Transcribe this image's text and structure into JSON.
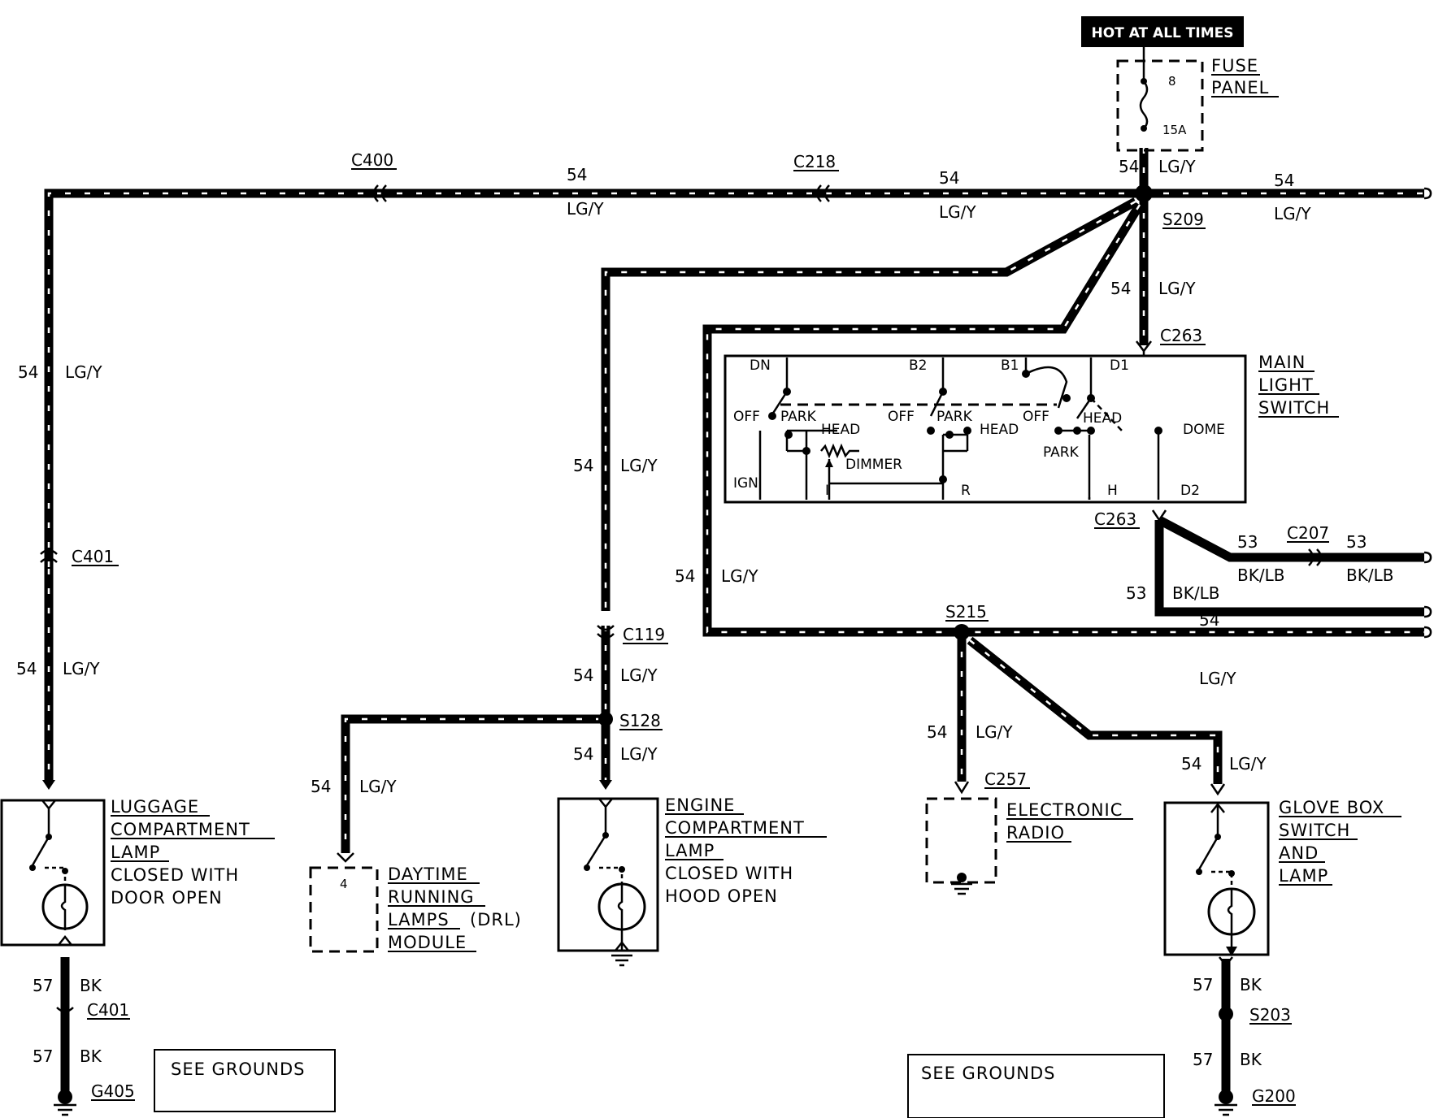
{
  "header": {
    "hot_label": "HOT AT ALL TIMES"
  },
  "fuse": {
    "label_1": "FUSE",
    "label_2": "PANEL",
    "number": "8",
    "rating": "15A"
  },
  "wires": {
    "circuit_54": "54",
    "color_54": "LG/Y",
    "circuit_53": "53",
    "color_53": "BK/LB",
    "circuit_57": "57",
    "color_57": "BK"
  },
  "connectors": {
    "c400": "C400",
    "c218": "C218",
    "c401_top": "C401",
    "c401_bottom": "C401",
    "c263_top": "C263",
    "c263_bottom": "C263",
    "c207": "C207",
    "c119": "C119",
    "c257": "C257"
  },
  "splices": {
    "s209": "S209",
    "s215": "S215",
    "s128": "S128",
    "s203": "S203"
  },
  "grounds": {
    "g405": "G405",
    "g200": "G200",
    "see_left": "SEE GROUNDS",
    "see_right": "SEE GROUNDS"
  },
  "main_light_switch": {
    "title_1": "MAIN",
    "title_2": "LIGHT",
    "title_3": "SWITCH",
    "terminals": {
      "dn": "DN",
      "b2": "B2",
      "b1": "B1",
      "d1": "D1",
      "ign": "IGN",
      "i": "I",
      "r": "R",
      "h": "H",
      "d2": "D2"
    },
    "positions": {
      "off_1": "OFF",
      "park_1": "PARK",
      "head_1": "HEAD",
      "off_2": "OFF",
      "park_2": "PARK",
      "head_2": "HEAD",
      "off_3": "OFF",
      "head_3": "HEAD",
      "park_3": "PARK",
      "dome": "DOME",
      "dimmer": "DIMMER"
    }
  },
  "components": {
    "luggage": {
      "l1": "LUGGAGE",
      "l2": "COMPARTMENT",
      "l3": "LAMP",
      "l4": "CLOSED WITH",
      "l5": "DOOR OPEN"
    },
    "drl": {
      "l1": "DAYTIME",
      "l2": "RUNNING",
      "l3": "LAMPS",
      "l3b": "(DRL)",
      "l4": "MODULE",
      "pin": "4"
    },
    "engine": {
      "l1": "ENGINE",
      "l2": "COMPARTMENT",
      "l3": "LAMP",
      "l4": "CLOSED WITH",
      "l5": "HOOD OPEN"
    },
    "radio": {
      "l1": "ELECTRONIC",
      "l2": "RADIO"
    },
    "glovebox": {
      "l1": "GLOVE BOX",
      "l2": "SWITCH",
      "l3": "AND",
      "l4": "LAMP"
    }
  }
}
